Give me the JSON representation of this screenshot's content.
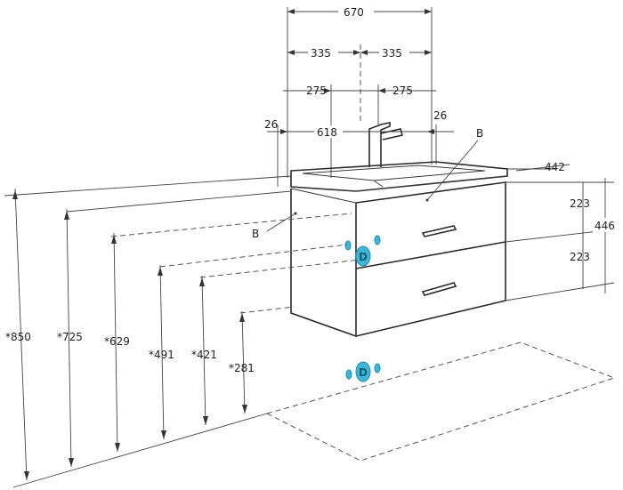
{
  "dimensions": {
    "top_width": "670",
    "half_left": "335",
    "half_right": "335",
    "inner_left": "275",
    "inner_right": "275",
    "bowl_width": "618",
    "edge_left": "26",
    "edge_right": "26",
    "depth": "442",
    "drawer_top": "223",
    "drawer_bottom": "223",
    "body_height": "446",
    "h_850": "*850",
    "h_725": "*725",
    "h_629": "*629",
    "h_491": "*491",
    "h_421": "*421",
    "h_281": "*281"
  },
  "labels": {
    "b_left": "B",
    "b_right": "B",
    "pipe_d_cabinet": "D",
    "pipe_d_floor": "D"
  },
  "colors": {
    "pipe": "#3fb6d6",
    "lines": "#3a3a3a"
  }
}
